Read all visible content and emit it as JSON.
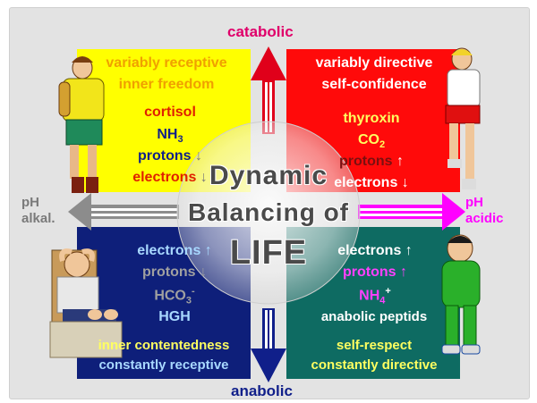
{
  "axes": {
    "top": "catabolic",
    "bottom": "anabolic",
    "left_line1": "pH",
    "left_line2": "alkal.",
    "right_line1": "pH",
    "right_line2": "acidic"
  },
  "center": {
    "line1": "Dynamic",
    "line2": "Balancing of",
    "line3": "LIFE"
  },
  "top_left": {
    "line1": "variably receptive",
    "line2": "inner freedom",
    "hormone": "cortisol",
    "compound": "NH",
    "compound_sub": "3",
    "protons": "protons",
    "protons_arrow": "↓",
    "electrons": "electrons",
    "electrons_arrow": "↓"
  },
  "top_right": {
    "line1": "variably directive",
    "line2": "self-confidence",
    "hormone": "thyroxin",
    "compound": "CO",
    "compound_sub": "2",
    "protons": "protons",
    "protons_arrow": "↑",
    "electrons": "electrons",
    "electrons_arrow": "↓"
  },
  "bottom_left": {
    "electrons": "electrons",
    "electrons_arrow": "↑",
    "protons": "protons",
    "protons_arrow": "↓",
    "compound": "HCO",
    "compound_sub": "3",
    "compound_sup": "-",
    "hormone": "HGH",
    "line1": "inner contentedness",
    "line2": "constantly receptive"
  },
  "bottom_right": {
    "electrons": "electrons",
    "electrons_arrow": "↑",
    "protons": "protons",
    "protons_arrow": "↑",
    "compound": "NH",
    "compound_sub": "4",
    "compound_sup": "+",
    "hormone": "anabolic peptids",
    "line1": "self-respect",
    "line2": "constantly directive"
  },
  "figures": {
    "top_left": "hiker-figure",
    "top_right": "runner-figure",
    "bottom_left": "relaxed-man-figure",
    "bottom_right": "tracksuit-boy-figure"
  },
  "colors": {
    "yellow_quad": "#ffff00",
    "red_quad": "#ff0a0a",
    "navy_quad": "#0e1f7a",
    "teal_quad": "#0e6b62",
    "catabolic_arrow": "#e0001a",
    "anabolic_arrow": "#101f8a",
    "acidic_arrow": "#ff00ff",
    "alkaline_arrow": "#8c8c8c"
  }
}
